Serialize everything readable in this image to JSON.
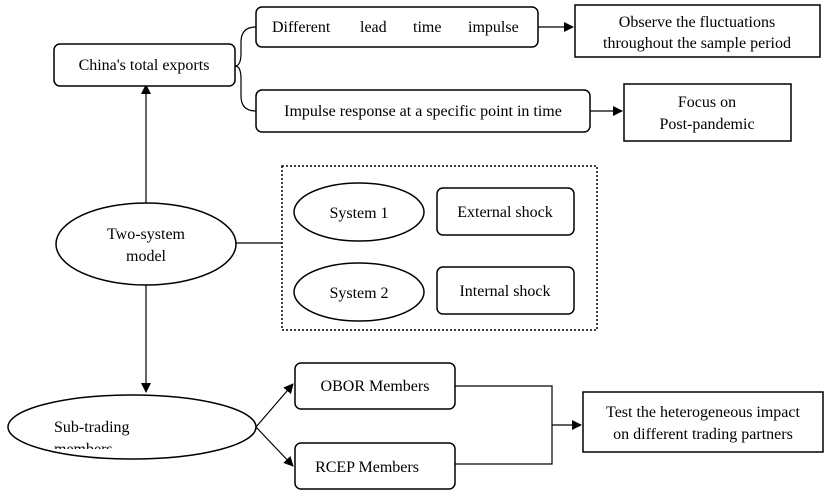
{
  "diagram": {
    "nodes": {
      "china_exports": {
        "label": "China's total exports"
      },
      "lead_time": {
        "words": [
          "Different",
          "lead",
          "time",
          "impulse"
        ]
      },
      "observe": {
        "line1": "Observe the fluctuations",
        "line2": "throughout the sample period"
      },
      "impulse_point": {
        "label": "Impulse response at a specific point in time"
      },
      "focus": {
        "line1": "Focus on",
        "line2": "Post-pandemic"
      },
      "two_system": {
        "line1": "Two-system",
        "line2": "model"
      },
      "system1": {
        "label": "System 1"
      },
      "external_shock": {
        "label": "External shock"
      },
      "system2": {
        "label": "System 2"
      },
      "internal_shock": {
        "label": "Internal shock"
      },
      "sub_trading": {
        "line1": "Sub-trading",
        "line2": "members"
      },
      "obor": {
        "label": "OBOR Members"
      },
      "rcep": {
        "label": "RCEP Members"
      },
      "test": {
        "line1": "Test the heterogeneous impact",
        "line2": "on different trading partners"
      }
    }
  }
}
